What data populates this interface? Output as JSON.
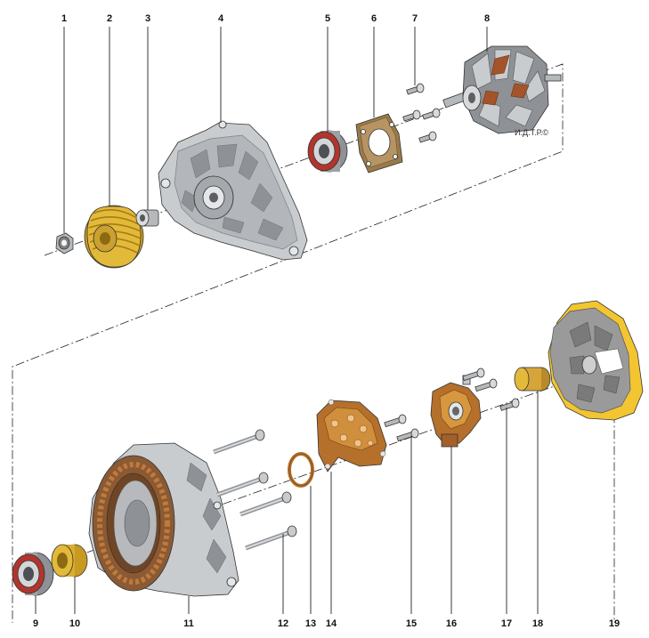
{
  "diagram": {
    "copyright_mark": "И.Д.Т.Р.©",
    "callouts": [
      "1",
      "2",
      "3",
      "4",
      "5",
      "6",
      "7",
      "8",
      "9",
      "10",
      "11",
      "12",
      "13",
      "14",
      "15",
      "16",
      "17",
      "18",
      "19"
    ],
    "colors": {
      "aluminium": "#c9cccf",
      "aluminium_dark": "#8e9296",
      "pulley": "#e3b93a",
      "copper": "#b5702c",
      "cover_gray": "#9a9a9a",
      "cover_yellow": "#f2c531",
      "bearing_red": "#b2352d"
    }
  }
}
